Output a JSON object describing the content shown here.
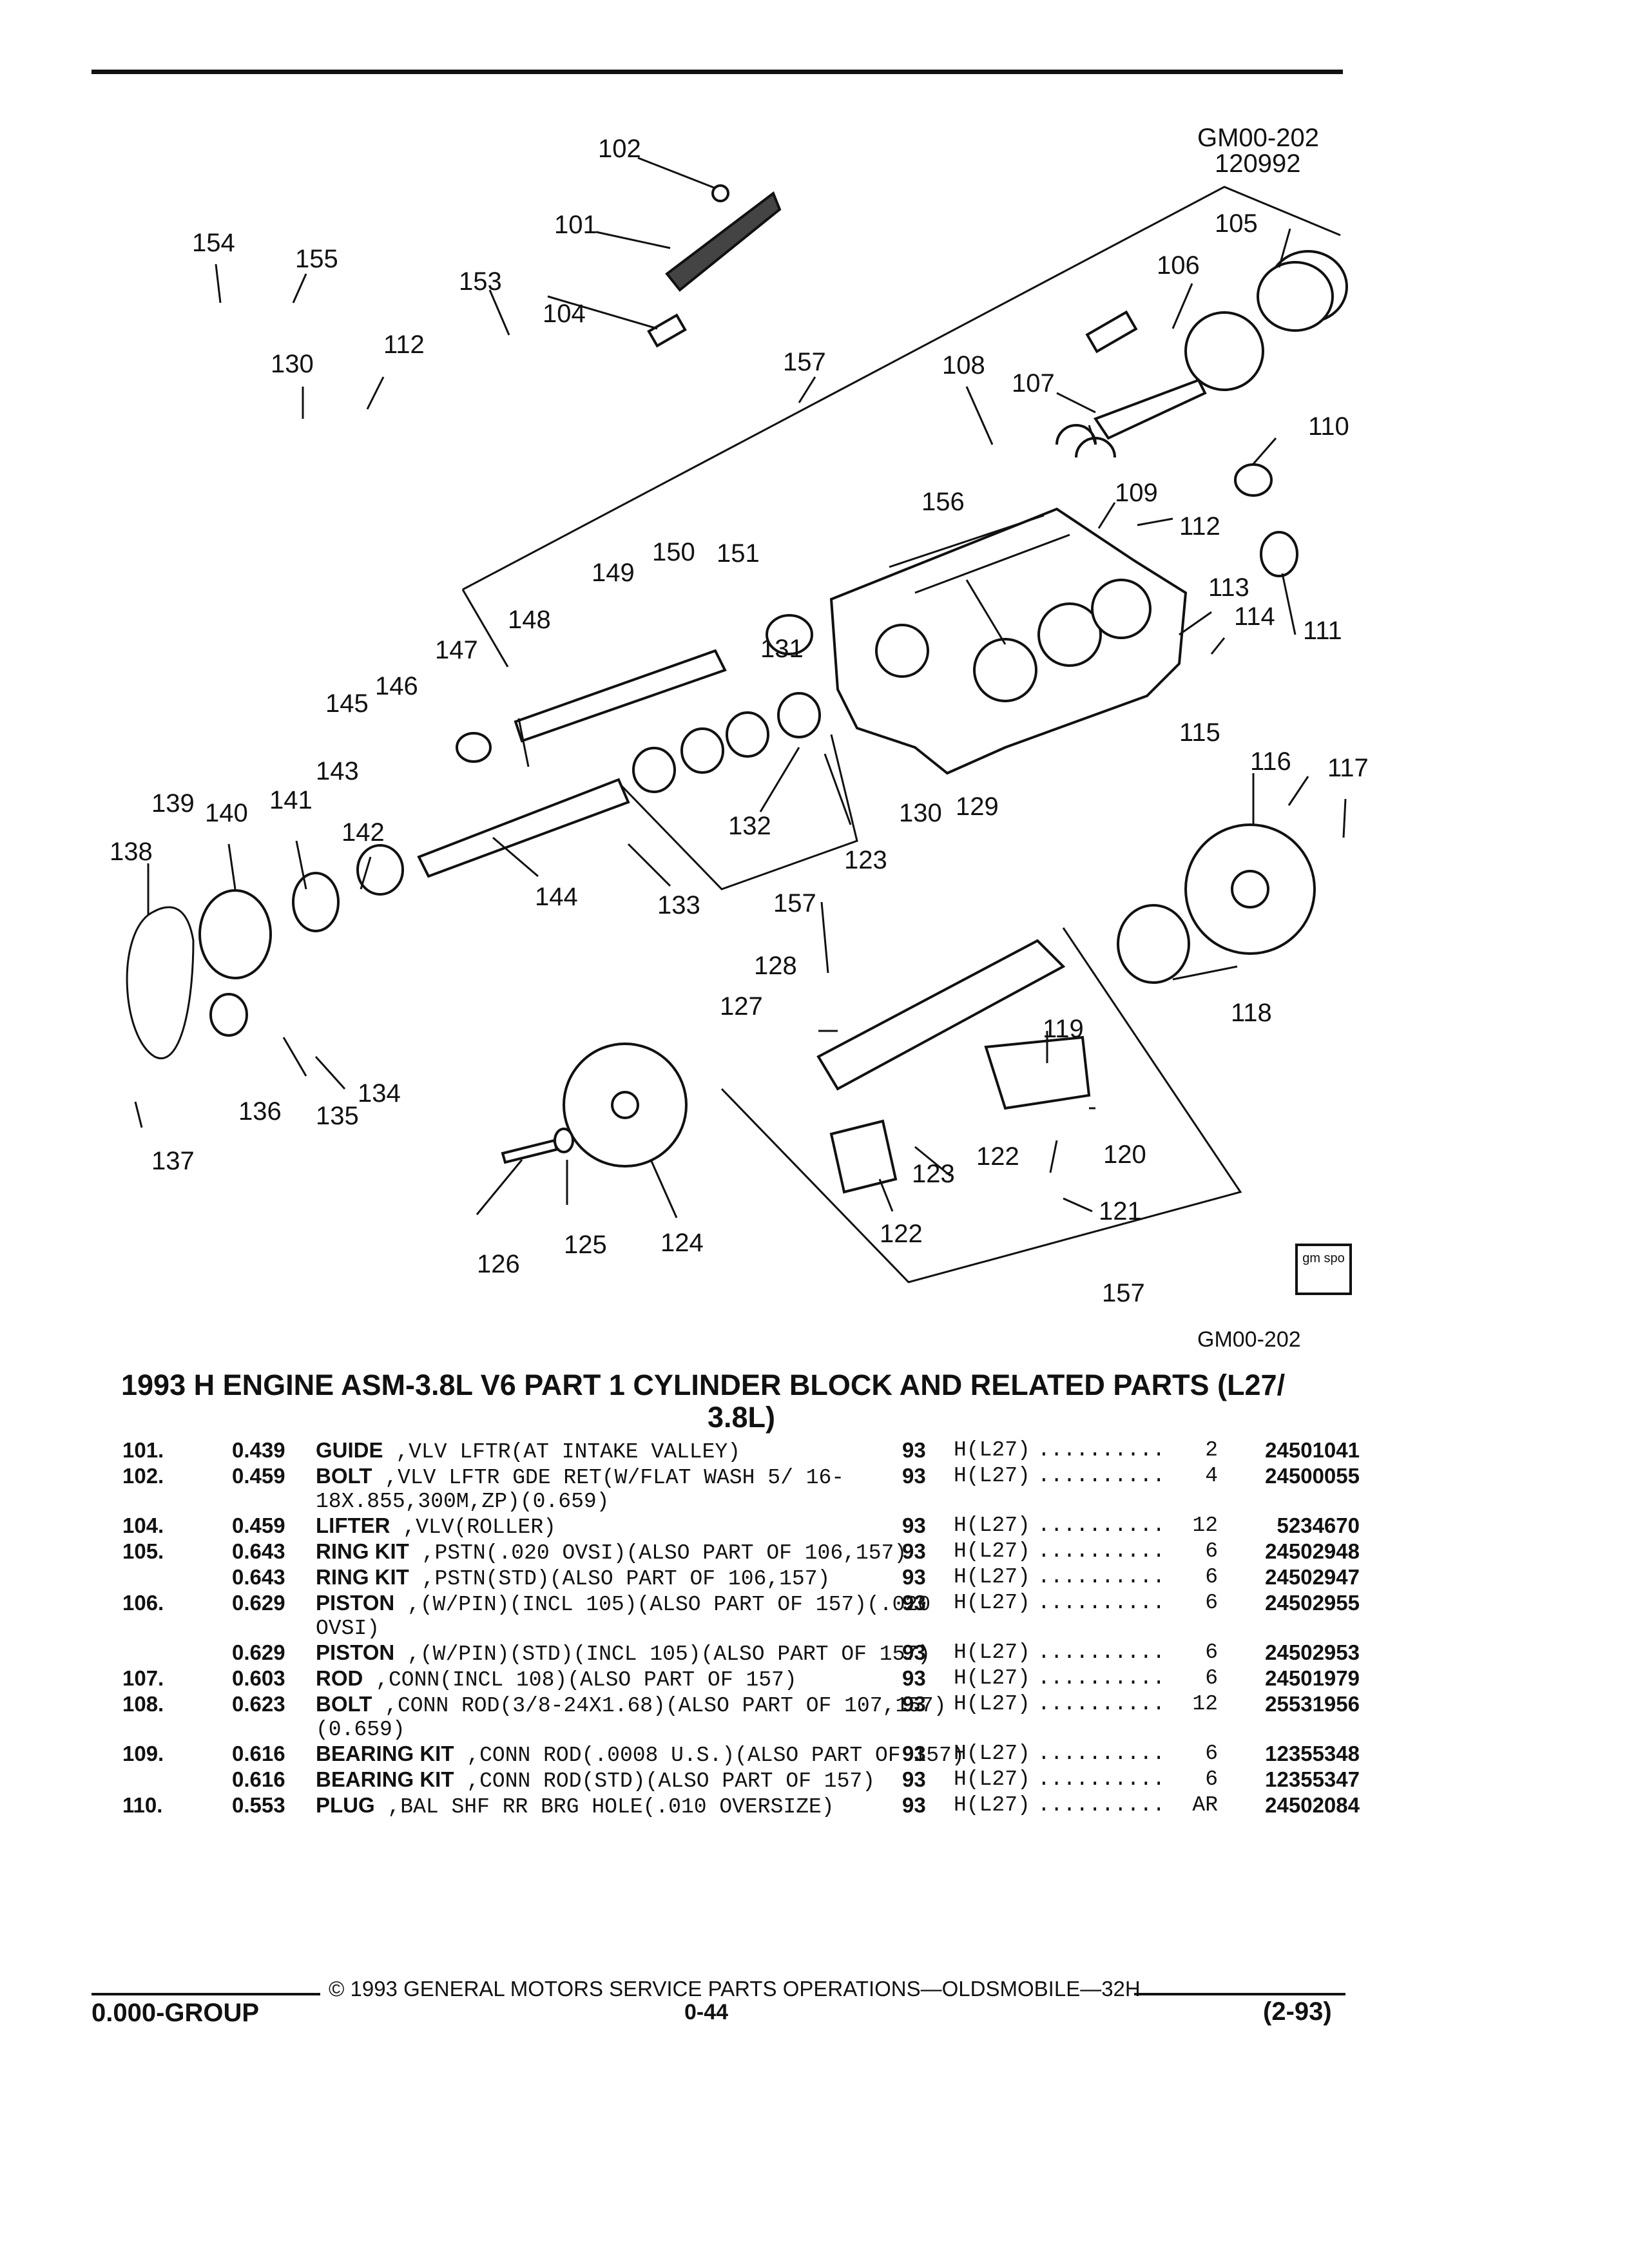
{
  "diagram": {
    "code_top": "GM00-202",
    "date_top": "120992",
    "code_bottom": "GM00-202",
    "logo_text": "gm spo",
    "callouts": [
      "102",
      "101",
      "104",
      "153",
      "154",
      "155",
      "130",
      "112",
      "157",
      "108",
      "107",
      "106",
      "105",
      "109",
      "110",
      "156",
      "112",
      "113",
      "114",
      "111",
      "149",
      "150",
      "151",
      "148",
      "147",
      "146",
      "145",
      "131",
      "143",
      "144",
      "132",
      "133",
      "157",
      "130",
      "129",
      "115",
      "116",
      "117",
      "139",
      "140",
      "141",
      "142",
      "138",
      "123",
      "128",
      "127",
      "119",
      "118",
      "134",
      "135",
      "136",
      "137",
      "124",
      "125",
      "126",
      "122",
      "123",
      "120",
      "121",
      "122",
      "157"
    ]
  },
  "title": {
    "line1": "1993 H ENGINE ASM-3.8L V6 PART 1 CYLINDER BLOCK AND RELATED PARTS (L27/",
    "line2": "3.8L)"
  },
  "rows": [
    {
      "no": "101.",
      "price": "0.439",
      "name": "GUIDE",
      "desc": ",VLV LFTR(AT INTAKE VALLEY)",
      "yr": "93",
      "code": "H(L27)",
      "qty": "2",
      "pn": "24501041"
    },
    {
      "no": "102.",
      "price": "0.459",
      "name": "BOLT",
      "desc": ",VLV LFTR GDE RET(W/FLAT WASH 5/ 16-18X.855,300M,ZP)(0.659)",
      "yr": "93",
      "code": "H(L27)",
      "qty": "4",
      "pn": "24500055"
    },
    {
      "no": "104.",
      "price": "0.459",
      "name": "LIFTER",
      "desc": ",VLV(ROLLER)",
      "yr": "93",
      "code": "H(L27)",
      "qty": "12",
      "pn": "5234670"
    },
    {
      "no": "105.",
      "price": "0.643",
      "name": "RING KIT",
      "desc": ",PSTN(.020 OVSI)(ALSO PART OF 106,157)",
      "yr": "93",
      "code": "H(L27)",
      "qty": "6",
      "pn": "24502948"
    },
    {
      "no": "",
      "price": "0.643",
      "name": "RING KIT",
      "desc": ",PSTN(STD)(ALSO PART OF 106,157)",
      "yr": "93",
      "code": "H(L27)",
      "qty": "6",
      "pn": "24502947"
    },
    {
      "no": "106.",
      "price": "0.629",
      "name": "PISTON",
      "desc": ",(W/PIN)(INCL 105)(ALSO PART OF 157)(.020 OVSI)",
      "yr": "93",
      "code": "H(L27)",
      "qty": "6",
      "pn": "24502955"
    },
    {
      "no": "",
      "price": "0.629",
      "name": "PISTON",
      "desc": ",(W/PIN)(STD)(INCL 105)(ALSO PART OF 157)",
      "yr": "93",
      "code": "H(L27)",
      "qty": "6",
      "pn": "24502953"
    },
    {
      "no": "107.",
      "price": "0.603",
      "name": "ROD",
      "desc": ",CONN(INCL 108)(ALSO PART OF 157)",
      "yr": "93",
      "code": "H(L27)",
      "qty": "6",
      "pn": "24501979"
    },
    {
      "no": "108.",
      "price": "0.623",
      "name": "BOLT",
      "desc": ",CONN ROD(3/8-24X1.68)(ALSO PART OF 107,157)(0.659)",
      "yr": "93",
      "code": "H(L27)",
      "qty": "12",
      "pn": "25531956"
    },
    {
      "no": "109.",
      "price": "0.616",
      "name": "BEARING KIT",
      "desc": ",CONN ROD(.0008 U.S.)(ALSO PART OF 157)",
      "yr": "93",
      "code": "H(L27)",
      "qty": "6",
      "pn": "12355348"
    },
    {
      "no": "",
      "price": "0.616",
      "name": "BEARING KIT",
      "desc": ",CONN ROD(STD)(ALSO PART OF 157)",
      "yr": "93",
      "code": "H(L27)",
      "qty": "6",
      "pn": "12355347"
    },
    {
      "no": "110.",
      "price": "0.553",
      "name": "PLUG",
      "desc": ",BAL SHF RR BRG HOLE(.010 OVERSIZE)",
      "yr": "93",
      "code": "H(L27)",
      "qty": "AR",
      "pn": "24502084"
    }
  ],
  "leader_dots": "..........",
  "footer": {
    "copyright": "© 1993 GENERAL MOTORS SERVICE PARTS OPERATIONS—OLDSMOBILE—32H",
    "group": "0.000-GROUP",
    "page": "0-44",
    "date": "(2-93)"
  }
}
